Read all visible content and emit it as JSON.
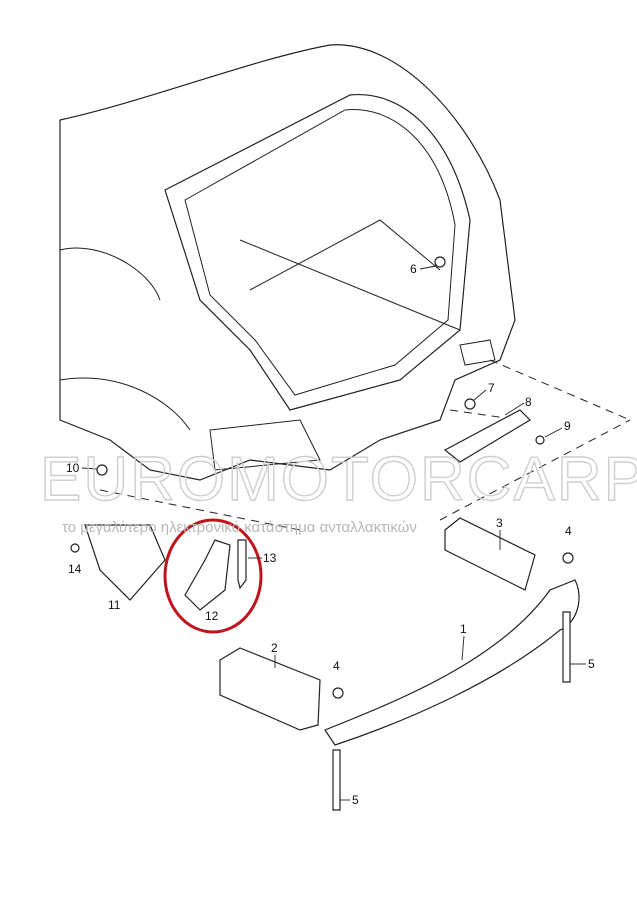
{
  "watermark": {
    "brand": "EUROMOTORCARPARTS.GR",
    "tagline": "το μεγαλύτερο ηλεκτρονικό κατάστημα ανταλλακτικών"
  },
  "highlight_color": "#c0141c",
  "callouts": [
    "1",
    "2",
    "3",
    "4",
    "4",
    "5",
    "5",
    "6",
    "7",
    "8",
    "9",
    "10",
    "11",
    "12",
    "13",
    "14"
  ]
}
